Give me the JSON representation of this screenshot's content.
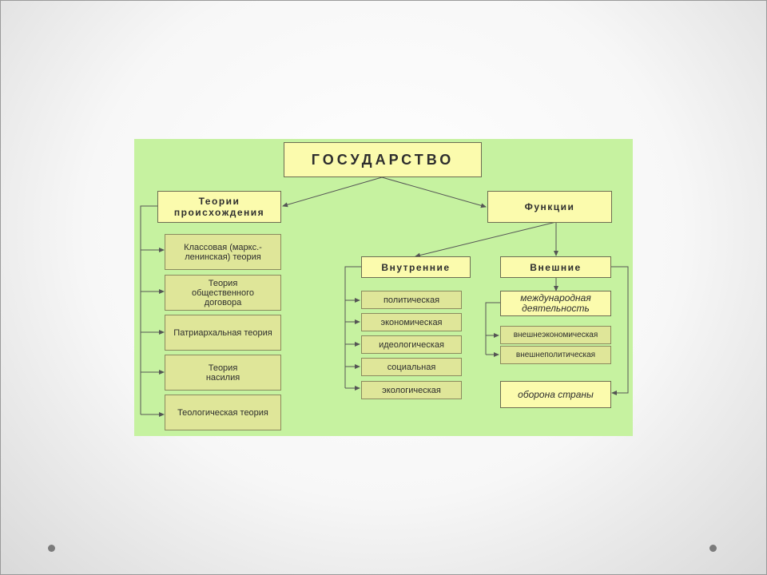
{
  "root": "ГОСУДАРСТВО",
  "branches": {
    "origin": "Теории происхождения",
    "functions": "Функции"
  },
  "theories": [
    "Классовая (маркс.-ленинская) теория",
    "Теория общественного договора",
    "Патриархальная теория",
    "Теория насилия",
    "Теологическая теория"
  ],
  "function_types": {
    "internal": "Внутренние",
    "external": "Внешние"
  },
  "internal_items": [
    "политическая",
    "экономическая",
    "идеологическая",
    "социальная",
    "экологическая"
  ],
  "external_items": {
    "international": "международная деятельность",
    "sub_items": [
      "внешнеэкономическая",
      "внешнеполитическая"
    ],
    "defense": "оборона страны"
  }
}
